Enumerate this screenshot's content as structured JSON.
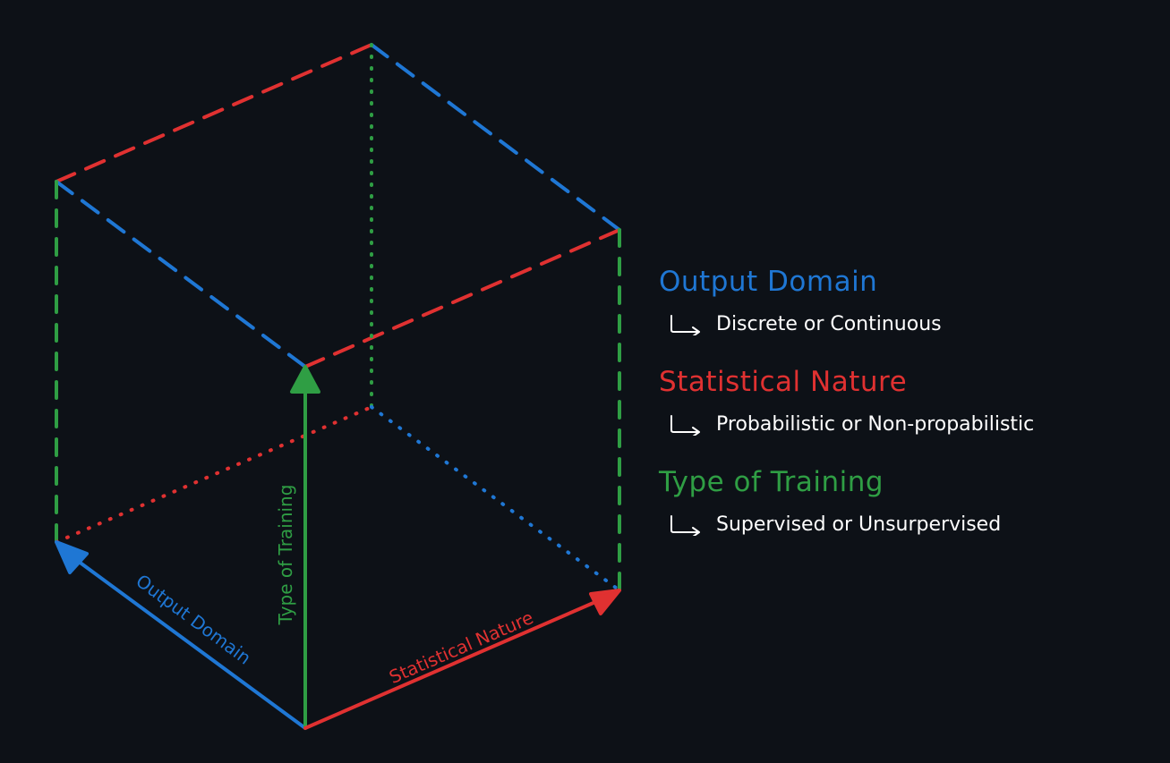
{
  "colors": {
    "background": "#0d1117",
    "output_domain": "#1f77d4",
    "statistical_nature": "#e03131",
    "type_of_training": "#2f9e44",
    "text": "#ffffff"
  },
  "axes": {
    "output_domain": "Output Domain",
    "type_of_training": "Type of Training",
    "statistical_nature": "Statistical Nature"
  },
  "legend": [
    {
      "title": "Output Domain",
      "description": "Discrete or Continuous",
      "icon": "return-arrow-icon"
    },
    {
      "title": "Statistical Nature",
      "description": "Probabilistic or Non-propabilistic",
      "icon": "return-arrow-icon"
    },
    {
      "title": "Type of Training",
      "description": "Supervised or Unsurpervised",
      "icon": "return-arrow-icon"
    }
  ]
}
